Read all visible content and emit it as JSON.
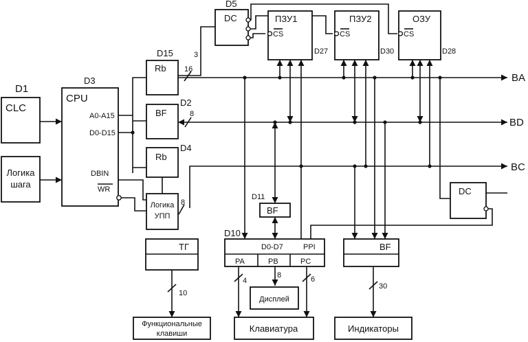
{
  "diagram": {
    "clc": {
      "ref": "D1",
      "label": "CLC"
    },
    "step_logic": {
      "line1": "Логика",
      "line2": "шага"
    },
    "cpu": {
      "ref": "D3",
      "label": "CPU",
      "pin_a": "A0-A15",
      "pin_d": "D0-D15",
      "pin_dbin": "DBIN",
      "pin_wr": "WR"
    },
    "rb15": {
      "ref": "D15",
      "label": "Rb"
    },
    "bf2": {
      "ref": "D2",
      "label": "BF"
    },
    "rb4": {
      "ref": "D4",
      "label": "Rb"
    },
    "upp": {
      "line1": "Логика",
      "line2": "УПП"
    },
    "dc5": {
      "ref": "D5",
      "label": "DC"
    },
    "rom1": {
      "ref": "D27",
      "label": "ПЗУ1",
      "cs": "CS"
    },
    "rom2": {
      "ref": "D30",
      "label": "ПЗУ2",
      "cs": "CS"
    },
    "ram": {
      "ref": "D28",
      "label": "ОЗУ",
      "cs": "CS"
    },
    "buses": {
      "ba": "BA",
      "bd": "BD",
      "bc": "BC"
    },
    "bf11": {
      "ref": "D11",
      "label": "BF"
    },
    "dc_lower": {
      "label": "DC"
    },
    "tg": {
      "label": "ТГ"
    },
    "ppi": {
      "ref": "D10",
      "data": "D0-D7",
      "label": "PPI",
      "pa": "PA",
      "pb": "PB",
      "pc": "PC"
    },
    "bf_ind": {
      "label": "BF"
    },
    "display": {
      "label": "Дисплей"
    },
    "keyboard": {
      "label": "Клавиатура"
    },
    "func_keys": {
      "line1": "Функциональные",
      "line2": "клавиши"
    },
    "indicators": {
      "label": "Индикаторы"
    },
    "widths": {
      "dc5_addr": "3",
      "rb15_addr": "16",
      "bf2_data": "8",
      "upp_ctrl": "8",
      "tg_out": "10",
      "pa_out": "4",
      "pb_out": "8",
      "pc_out": "6",
      "ind_out": "30"
    }
  }
}
